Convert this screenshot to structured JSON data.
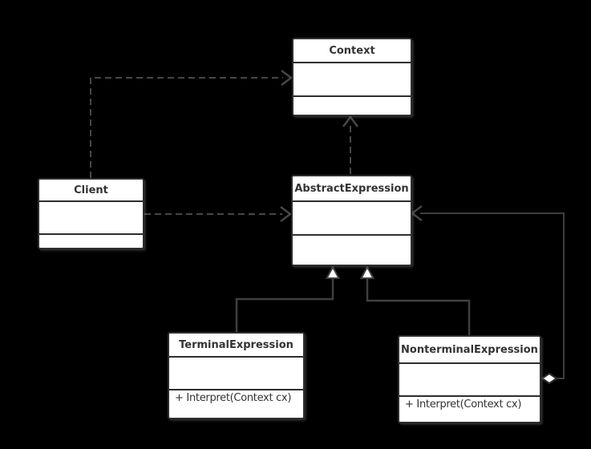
{
  "diagram": {
    "type": "uml-class-diagram",
    "pattern": "Interpreter",
    "colors": {
      "background": "#000000",
      "node_fill": "#ffffff",
      "node_border": "#2e2e2e",
      "edge_line": "#474747",
      "text": "#333333"
    }
  },
  "classes": {
    "context": {
      "title": "Context",
      "attributes": "",
      "methods": ""
    },
    "client": {
      "title": "Client",
      "attributes": "",
      "methods": ""
    },
    "abstract_expression": {
      "title": "AbstractExpression",
      "attributes": "",
      "methods": ""
    },
    "terminal_expression": {
      "title": "TerminalExpression",
      "attributes": "",
      "methods": "+ Interpret(Context cx)"
    },
    "nonterminal_expression": {
      "title": "NonterminalExpression",
      "attributes": "",
      "methods": "+ Interpret(Context cx)"
    }
  },
  "relationships": [
    {
      "from": "Client",
      "to": "Context",
      "type": "dependency",
      "line": "dashed",
      "head": "open-arrow"
    },
    {
      "from": "Client",
      "to": "AbstractExpression",
      "type": "dependency",
      "line": "dashed",
      "head": "open-arrow"
    },
    {
      "from": "AbstractExpression",
      "to": "Context",
      "type": "dependency",
      "line": "dashed",
      "head": "open-arrow"
    },
    {
      "from": "TerminalExpression",
      "to": "AbstractExpression",
      "type": "inheritance",
      "line": "solid",
      "head": "hollow-triangle"
    },
    {
      "from": "NonterminalExpression",
      "to": "AbstractExpression",
      "type": "inheritance",
      "line": "solid",
      "head": "hollow-triangle"
    },
    {
      "from": "NonterminalExpression",
      "to": "AbstractExpression",
      "type": "aggregation",
      "line": "solid",
      "head": "open-arrow",
      "tail": "hollow-diamond"
    }
  ]
}
